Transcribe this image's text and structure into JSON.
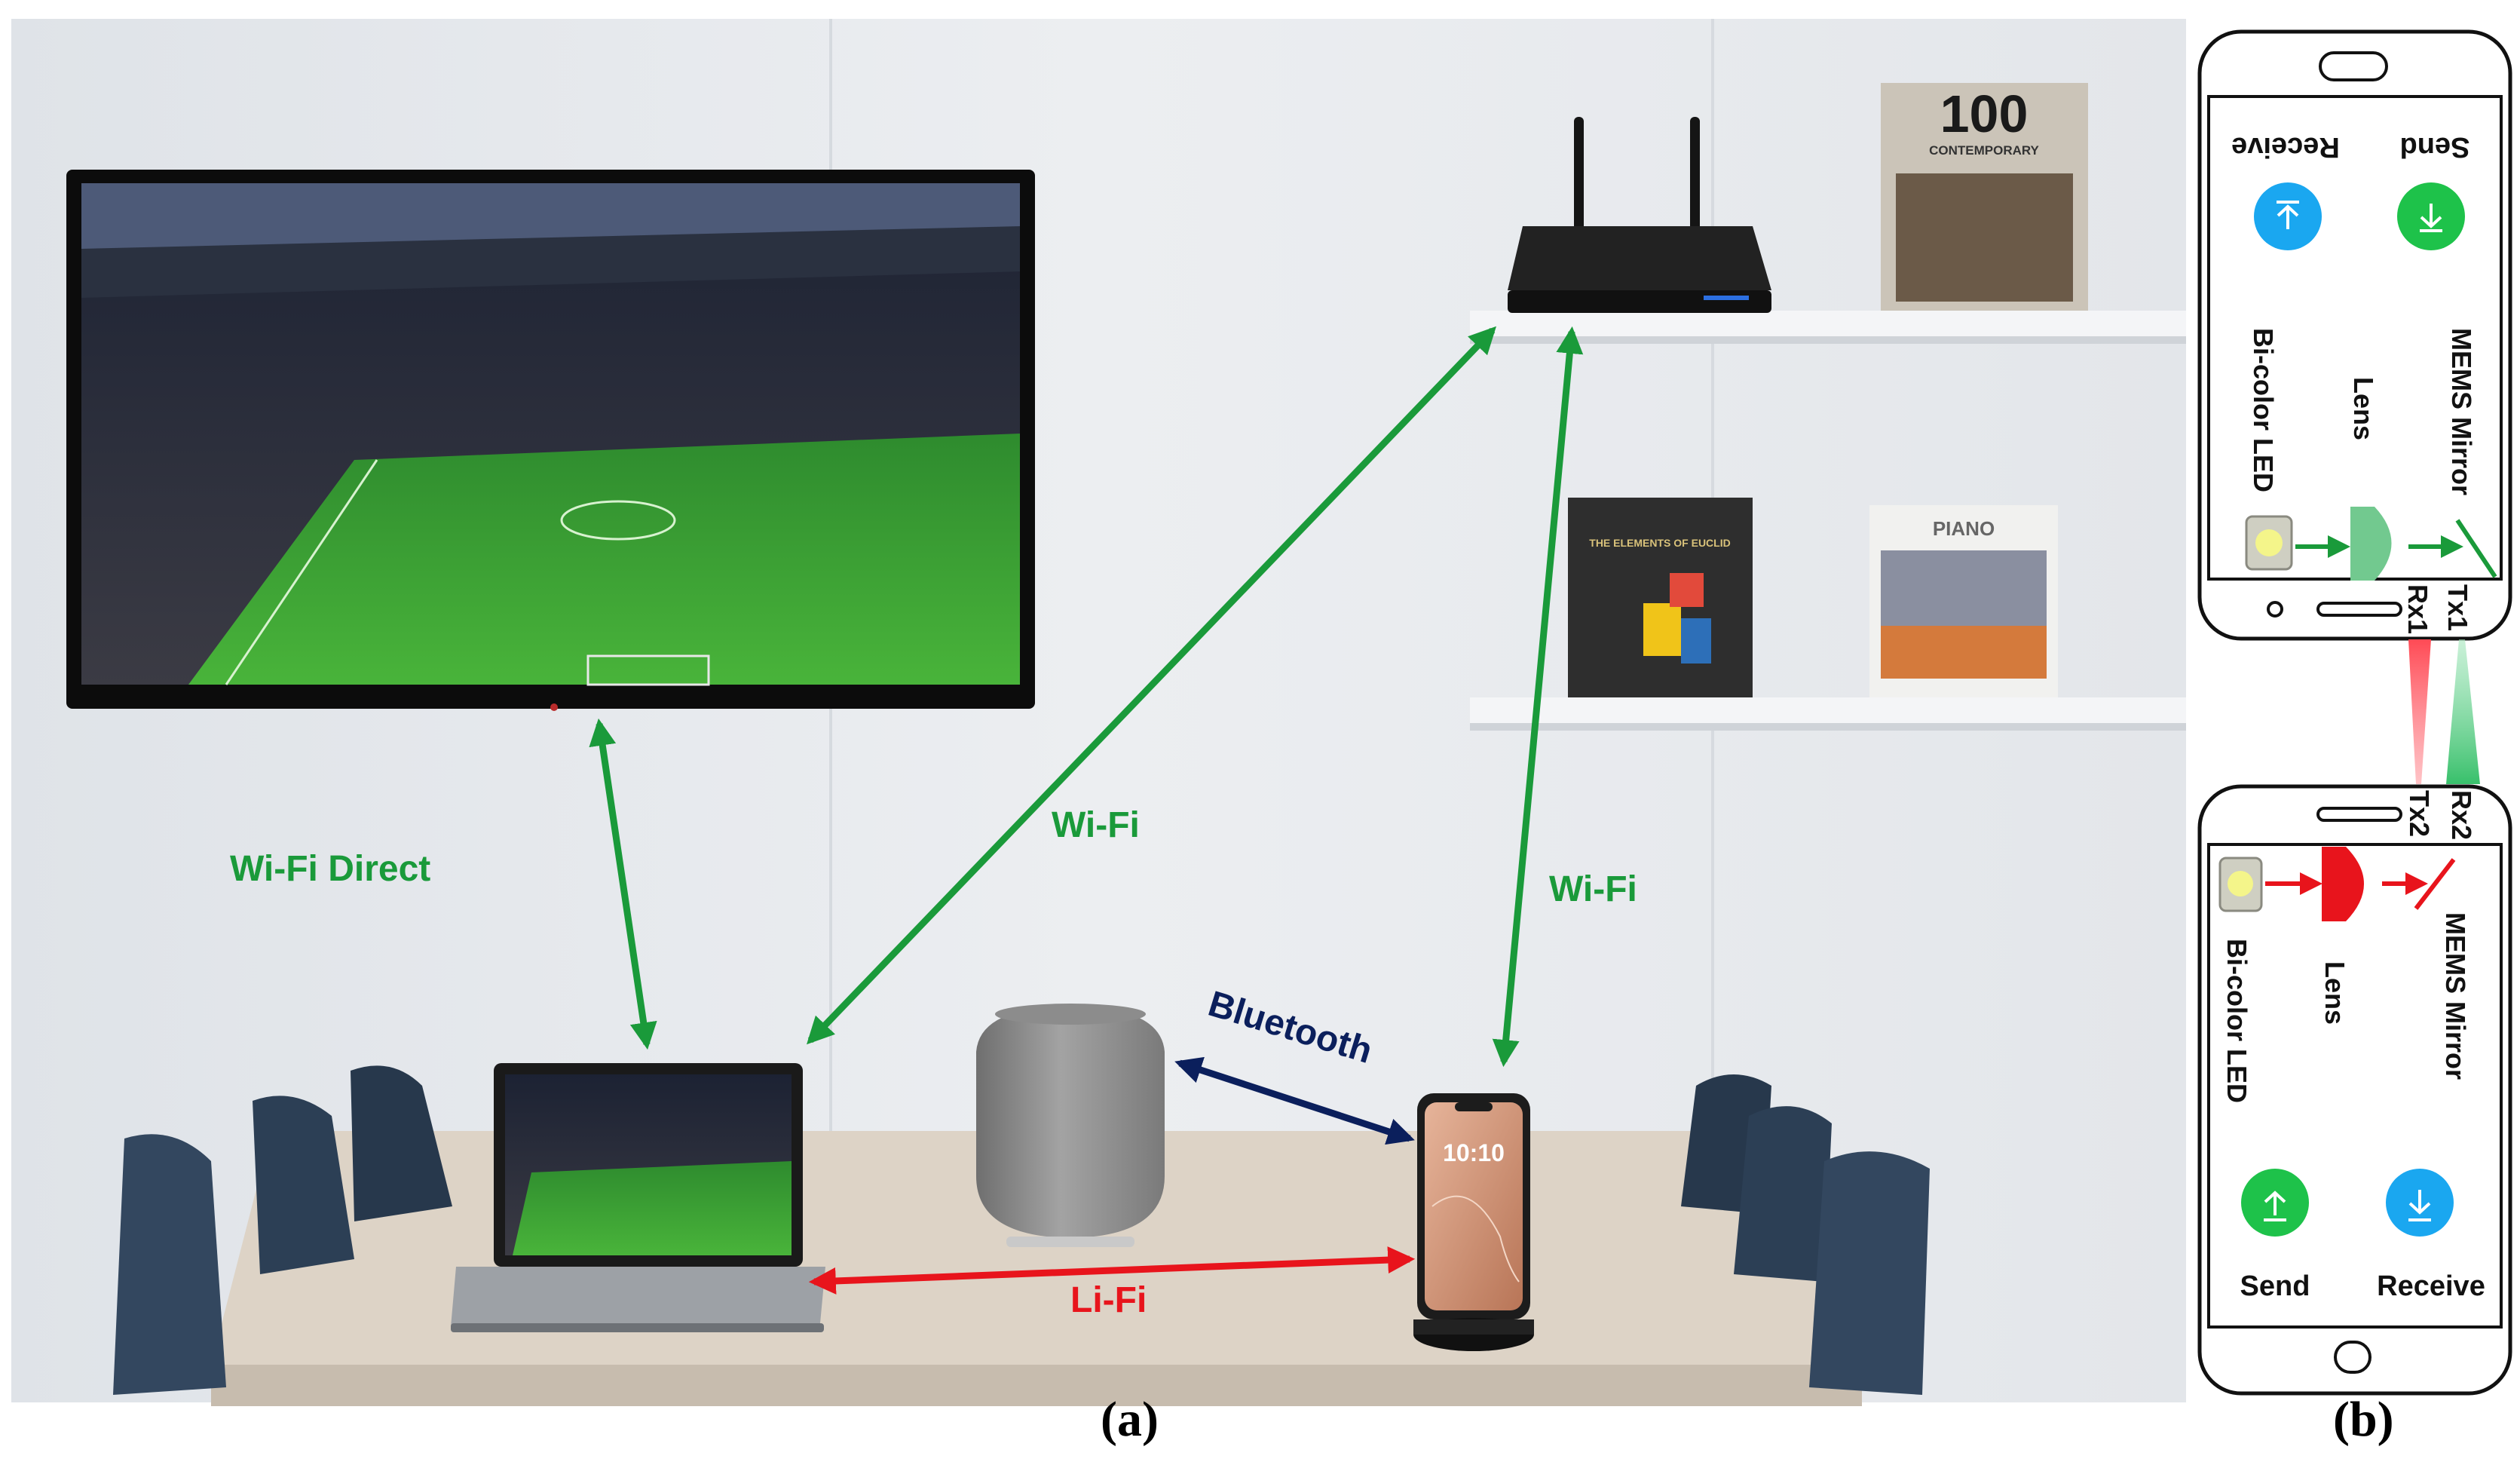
{
  "captions": {
    "a": "(a)",
    "b": "(b)"
  },
  "links": {
    "wifi_direct": "Wi-Fi Direct",
    "wifi_laptop_router": "Wi-Fi",
    "wifi_phone_router": "Wi-Fi",
    "bluetooth": "Bluetooth",
    "lifi": "Li-Fi"
  },
  "phone_clock": "10:10",
  "books": {
    "top": "100",
    "top_sub": "CONTEMPORARY",
    "middle": "THE ELEMENTS OF EUCLID",
    "right": "PIANO"
  },
  "phone_tx": {
    "send": "Send",
    "receive": "Receive",
    "mirror": "MEMS Mirror",
    "lens": "Lens",
    "led": "Bi-color LED",
    "port_tx": "Tx1",
    "port_rx": "Rx1"
  },
  "phone_rx": {
    "send": "Send",
    "receive": "Receive",
    "mirror": "MEMS Mirror",
    "lens": "Lens",
    "led": "Bi-color LED",
    "port_tx": "Tx2",
    "port_rx": "Rx2"
  },
  "colors": {
    "green_link": "#1a9a3a",
    "red_link": "#e8141c",
    "bluetooth": "#0b1f5c",
    "wall": "#e4e7eb",
    "send_button": "#1ec24a",
    "receive_button": "#1aa7f0"
  }
}
